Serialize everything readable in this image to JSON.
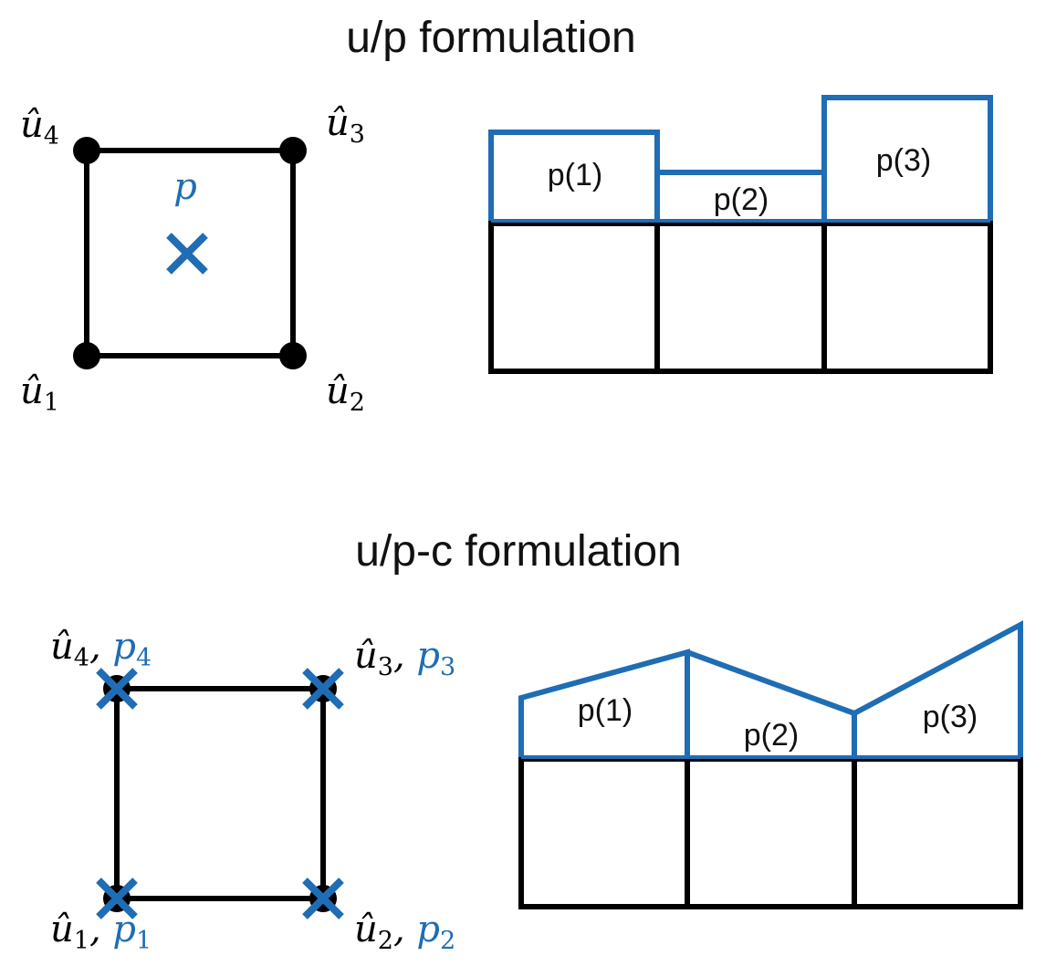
{
  "colors": {
    "black": "#000000",
    "blue": "#1f6db4"
  },
  "top": {
    "title": "u/p formulation",
    "node_labels": [
      {
        "base": "û",
        "sub": "4",
        "extra": ""
      },
      {
        "base": "û",
        "sub": "3",
        "extra": ""
      },
      {
        "base": "û",
        "sub": "1",
        "extra": ""
      },
      {
        "base": "û",
        "sub": "2",
        "extra": ""
      }
    ],
    "center_label": "p",
    "cells": [
      "p(1)",
      "p(2)",
      "p(3)"
    ]
  },
  "bottom": {
    "title": "u/p-c formulation",
    "node_labels": [
      {
        "base": "û",
        "sub": "4",
        "extra": "p",
        "extra_sub": "4"
      },
      {
        "base": "û",
        "sub": "3",
        "extra": "p",
        "extra_sub": "3"
      },
      {
        "base": "û",
        "sub": "1",
        "extra": "p",
        "extra_sub": "1"
      },
      {
        "base": "û",
        "sub": "2",
        "extra": "p",
        "extra_sub": "2"
      }
    ],
    "cells": [
      "p(1)",
      "p(2)",
      "p(3)"
    ]
  }
}
